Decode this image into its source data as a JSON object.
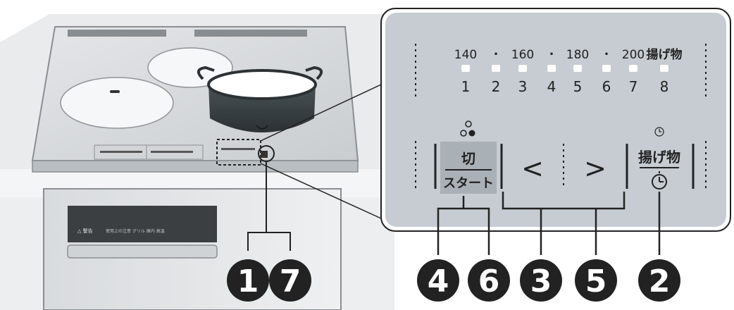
{
  "temperature_scale": {
    "labels": [
      "140",
      "・",
      "160",
      "・",
      "180",
      "・",
      "200",
      "揚げ物"
    ],
    "levels": [
      "1",
      "2",
      "3",
      "4",
      "5",
      "6",
      "7",
      "8"
    ]
  },
  "controls": {
    "off_label": "切",
    "start_label": "スタート",
    "decrease_symbol": "<",
    "increase_symbol": ">",
    "fry_label": "揚げ物"
  },
  "callouts": {
    "left_pair": [
      "1",
      "7"
    ],
    "right_group": [
      "4",
      "6",
      "3",
      "5",
      "2"
    ]
  },
  "cooktop": {
    "warning_label": "△ 警告",
    "fine_print": "使用上の注意 グリル 庫内 高温"
  }
}
